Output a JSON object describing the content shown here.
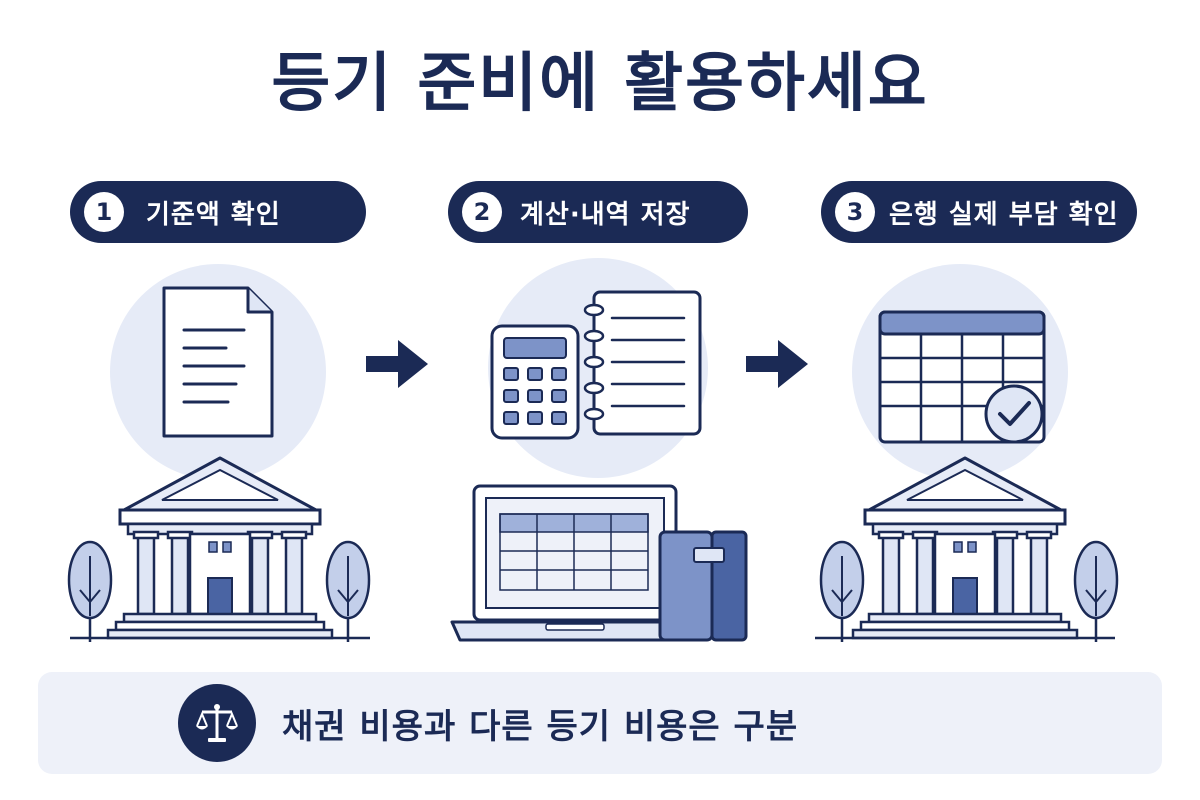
{
  "title": "등기 준비에 활용하세요",
  "steps": [
    {
      "number": "1",
      "label": "기준액 확인",
      "icon": "document-icon"
    },
    {
      "number": "2",
      "label": "계산·내역 저장",
      "icon": "calculator-notebook-icon"
    },
    {
      "number": "3",
      "label": "은행 실제 부담 확인",
      "icon": "table-check-icon"
    }
  ],
  "note": {
    "text": "채권 비용과 다른 등기 비용은 구분",
    "icon": "scale-icon"
  },
  "colors": {
    "navy": "#1b2a55",
    "light_blue": "#e6ebf7",
    "mid_blue": "#7d93c8",
    "panel": "#eef1f9"
  }
}
